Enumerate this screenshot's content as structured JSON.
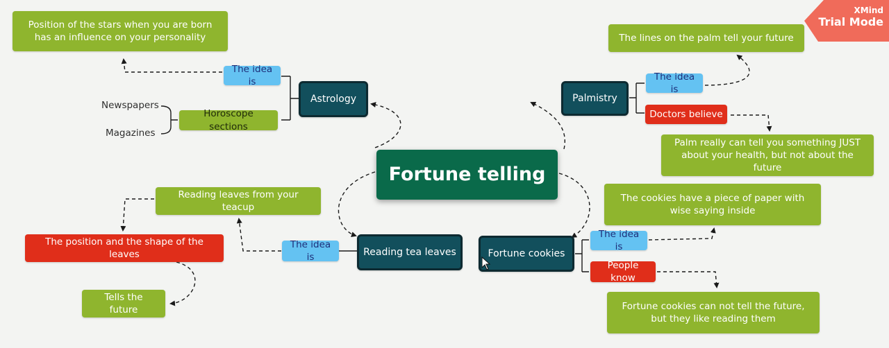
{
  "watermark": {
    "app_name": "XMind",
    "mode": "Trial Mode"
  },
  "central_topic": "Fortune telling",
  "astrology": {
    "title": "Astrology",
    "idea_label": "The idea is",
    "idea_text": "Position of the stars when you are born has an influence on your personality",
    "horoscope": "Horoscope sections",
    "sources": [
      "Newspapers",
      "Magazines"
    ]
  },
  "palmistry": {
    "title": "Palmistry",
    "idea_label": "The idea is",
    "idea_text": "The lines on the palm tell your future",
    "doctors_label": "Doctors believe",
    "doctors_text": "Palm really can tell you something JUST about your health, but not about the future"
  },
  "tea_leaves": {
    "title": "Reading tea leaves",
    "idea_label": "The idea is",
    "idea_text": "Reading leaves from your teacup",
    "position_text": "The position and the shape of the leaves",
    "result_text": "Tells the future"
  },
  "fortune_cookies": {
    "title": "Fortune cookies",
    "idea_label": "The idea is",
    "idea_text": "The cookies have a piece of paper with wise saying inside",
    "people_label": "People know",
    "people_text": "Fortune cookies can not tell the future, but they like reading them"
  }
}
